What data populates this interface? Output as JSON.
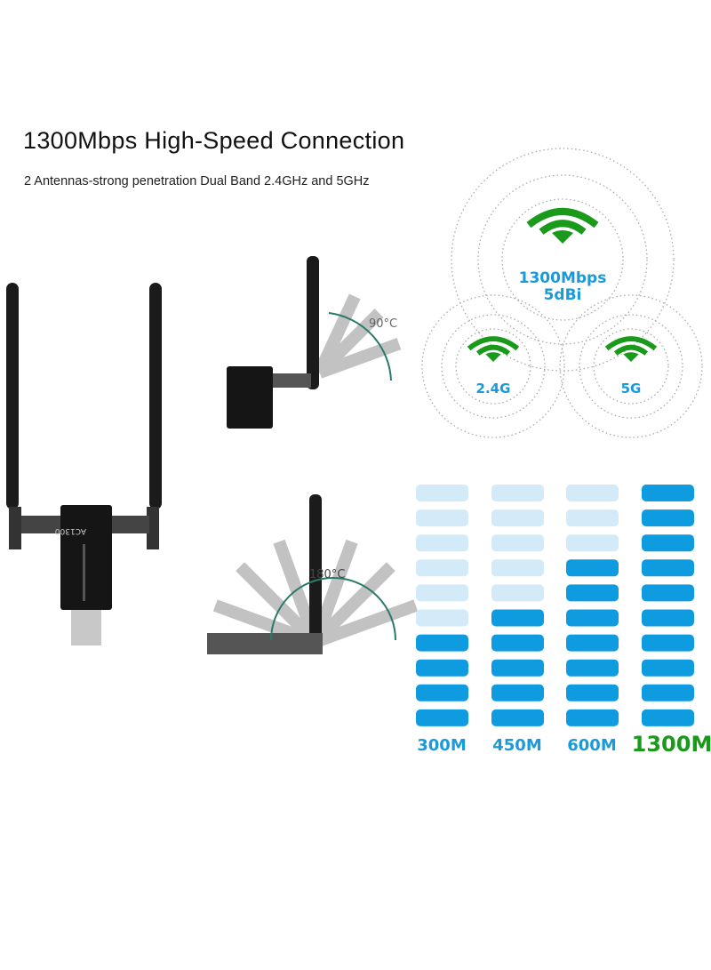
{
  "header": {
    "title": "1300Mbps High-Speed Connection",
    "subtitle": "2 Antennas-strong penetration Dual Band 2.4GHz and 5GHz"
  },
  "adapter": {
    "label": "AC1300"
  },
  "rotation": {
    "angle_1": "90°C",
    "angle_2": "180°C"
  },
  "wifi": {
    "main_speed": "1300Mbps",
    "main_gain": "5dBi",
    "band_1": "2.4G",
    "band_2": "5G",
    "icon": "wifi-icon",
    "icon_color": "#1a9a1a",
    "text_color": "#1a9ad8"
  },
  "speed_bars": {
    "levels_total": 10,
    "active_color": "#0e9be0",
    "inactive_color": "#d3ebf8",
    "columns": [
      {
        "label": "300M",
        "active": 4
      },
      {
        "label": "450M",
        "active": 5
      },
      {
        "label": "600M",
        "active": 7
      },
      {
        "label": "1300M",
        "active": 10
      }
    ]
  }
}
